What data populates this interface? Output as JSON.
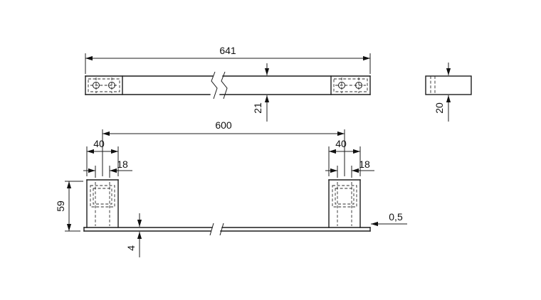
{
  "views": {
    "top": {
      "length": "641",
      "height": "21"
    },
    "side": {
      "height": "20"
    },
    "front": {
      "span": "600",
      "left_post_width": "40",
      "right_post_width": "40",
      "left_hole_pitch": "18",
      "right_hole_pitch": "18",
      "post_height": "59",
      "plate_thickness": "4",
      "plate_edge": "0,5"
    }
  }
}
